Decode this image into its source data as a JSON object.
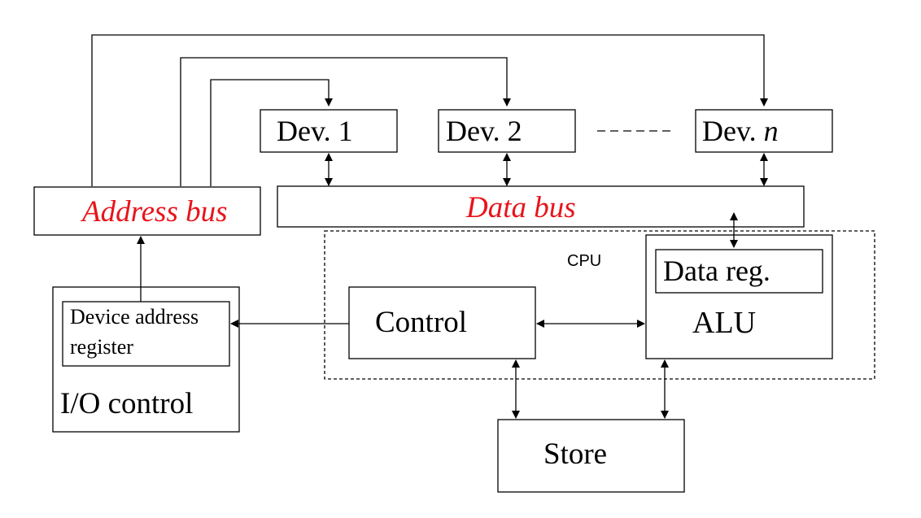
{
  "diagram": {
    "devices": {
      "dev1": {
        "prefix": "Dev.",
        "id": "1"
      },
      "dev2": {
        "prefix": "Dev.",
        "id": "2"
      },
      "devn": {
        "prefix": "Dev.",
        "id": "n"
      },
      "ellipsis": "------"
    },
    "buses": {
      "address": "Address bus",
      "data": "Data bus"
    },
    "cpu": {
      "label": "CPU",
      "control": "Control",
      "alu": "ALU",
      "data_reg": "Data reg."
    },
    "io": {
      "label": "I/O control",
      "register_line1": "Device address",
      "register_line2": "register"
    },
    "store": "Store",
    "colors": {
      "bus_text": "#e8141b",
      "line": "#000000",
      "background": "#ffffff"
    }
  }
}
